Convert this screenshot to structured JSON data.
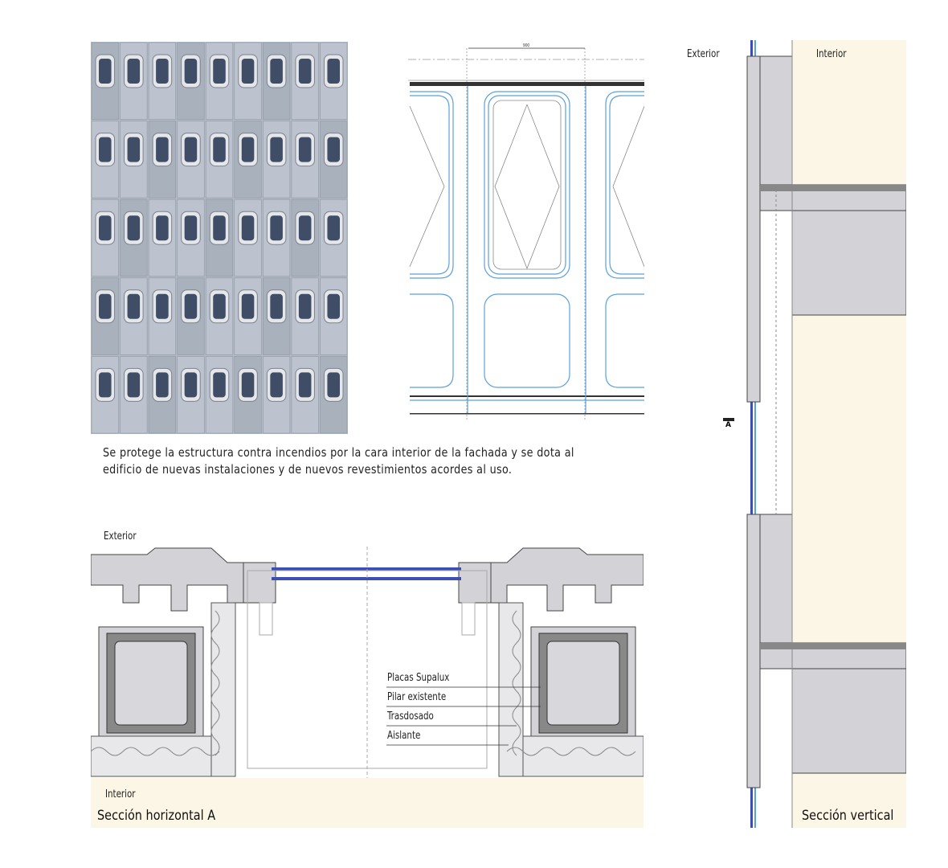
{
  "elevation": {
    "dimension": "900"
  },
  "caption": {
    "line1": "Se protege la estructura contra incendios por la cara interior de la fachada y se dota al",
    "line2": "edificio de nuevas instalaciones y de nuevos revestimientos acordes al uso."
  },
  "horizontal_section": {
    "exterior_label": "Exterior",
    "interior_label": "Interior",
    "title": "Sección horizontal A",
    "legend": [
      "Placas Supalux",
      "Pilar existente",
      "Trasdosado",
      "Aislante"
    ]
  },
  "vertical_section": {
    "exterior_label": "Exterior",
    "interior_label": "Interior",
    "title": "Sección vertical",
    "section_marker": "A"
  },
  "colors": {
    "cream": "#fcf6e6",
    "panel_gray": "#d6d6da",
    "glass_blue": "#3c4fb0",
    "line_blue": "#5aa0dc",
    "facade": "#b4bcc8"
  }
}
